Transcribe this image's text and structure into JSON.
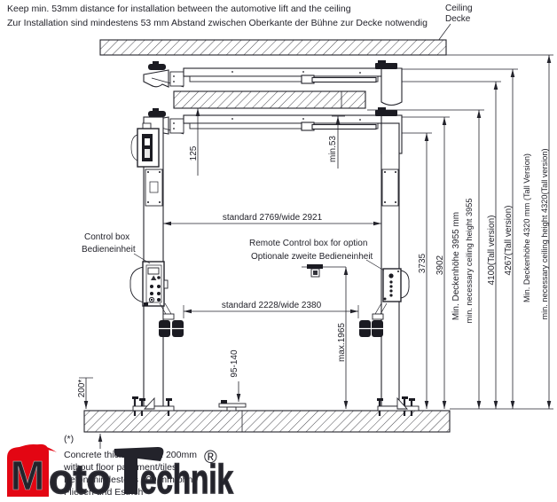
{
  "notes": {
    "top_en": "Keep min. 53mm distance for installation between the automotive lift and the ceiling",
    "top_de": "Zur Installation sind mindestens 53 mm Abstand zwischen Oberkante der Bühne zur Decke notwendig"
  },
  "callouts": {
    "ceiling_en": "Ceiling",
    "ceiling_de": "Decke",
    "control_box_en": "Control box",
    "control_box_de": "Bedieneinheit",
    "remote_box_en": "Remote Control box for option",
    "remote_box_de": "Optionale zweite Bedieneinheit"
  },
  "dims": {
    "width_top": "standard 2769/wide 2921",
    "width_bottom": "standard 2228/wide 2380",
    "beam_gap": "125",
    "min_clearance": "min.53",
    "max_lift_height": "max.1965",
    "pad_height": "95-140",
    "slab_thickness": "200*",
    "h_3735": "3735",
    "h_3902": "3902",
    "ceiling_min_de": "Min. Deckenhöhe 3955 mm",
    "ceiling_min_en": "min. necessary ceiling height 3955",
    "h_4100": "4100(Tall version)",
    "h_4267": "4267(Tall version)",
    "ceiling_min_tall_de": "Min. Deckenhöhe 4320 mm (Tall Version)",
    "ceiling_min_tall_en": "min. necessary ceiling height 4320(Tall version)"
  },
  "footnote": {
    "marker": "(*)",
    "line1": "Concrete thickness min. 200mm",
    "line2": "without floor pavement/tiles",
    "line3": "Beton mindestens 200 mm ohne",
    "line4": "Fliesen und Estrich"
  },
  "logo": {
    "brand": "MotoTechnik",
    "m": "M",
    "oto": "oto",
    "technik_rest": "echnik",
    "registered": "®"
  },
  "colors": {
    "line": "#23232b",
    "logo_red": "#e30613"
  }
}
